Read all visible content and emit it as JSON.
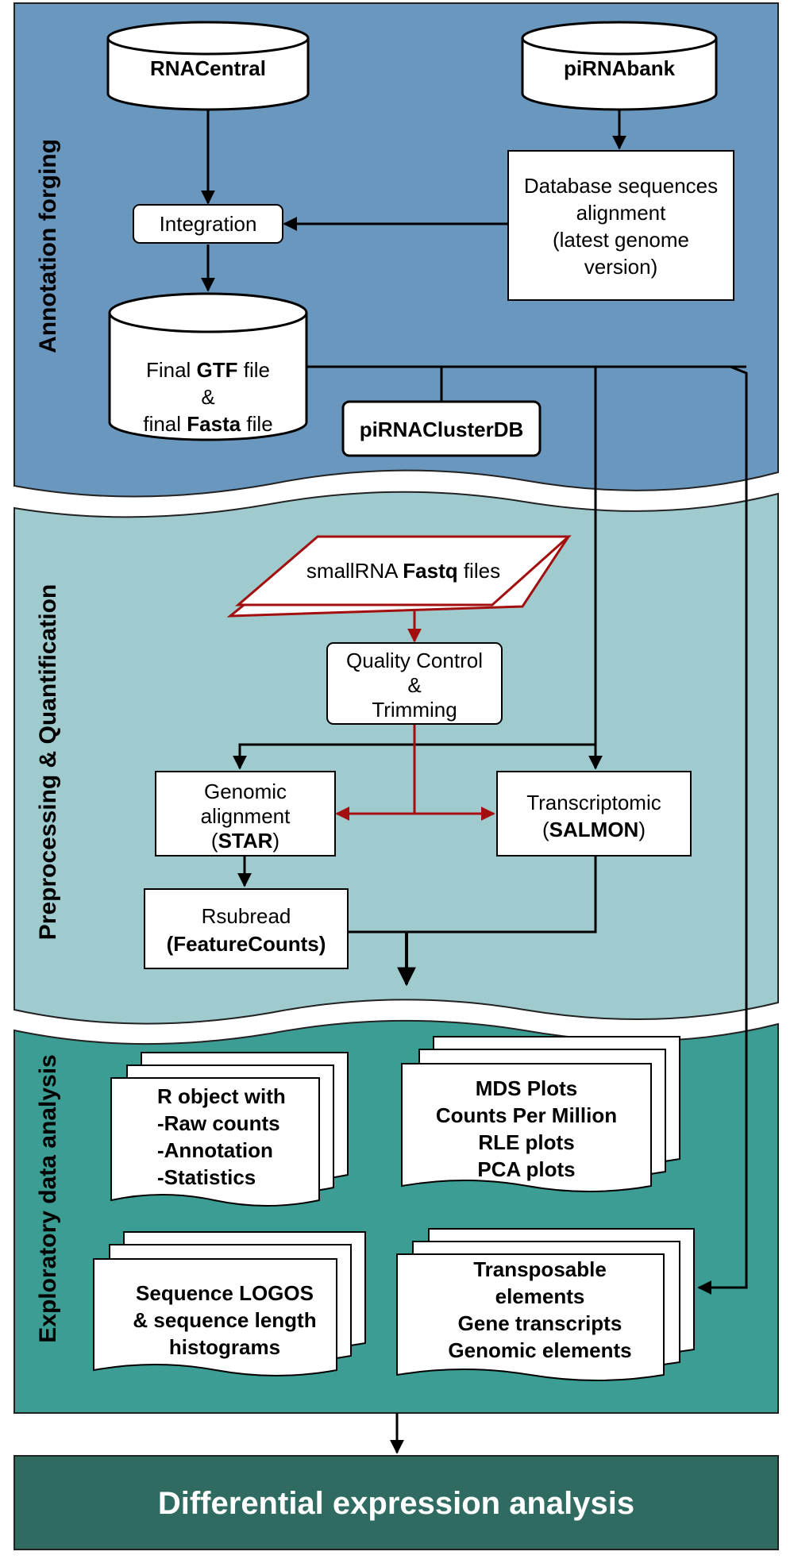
{
  "sections": {
    "annotation": {
      "title": "Annotation forging",
      "color": "#6a97bd"
    },
    "preprocessing": {
      "title": "Preprocessing & Quantification",
      "color": "#9fcbcf"
    },
    "exploratory": {
      "title": "Exploratory data analysis",
      "color": "#3b9d94"
    },
    "final": {
      "title": "Differential expression analysis",
      "color": "#306b61"
    }
  },
  "nodes": {
    "rnacentral": "RNACentral",
    "pirnabank": "piRNAbank",
    "db_alignment": [
      "Database sequences",
      "alignment",
      "(latest genome",
      "version)"
    ],
    "integration": "Integration",
    "final_files": {
      "line1_pre": "Final ",
      "line1_bold": "GTF",
      "line1_post": " file",
      "line2": "&",
      "line3_pre": "final ",
      "line3_bold": "Fasta",
      "line3_post": " file"
    },
    "pirnaclusterdb": "piRNAClusterDB",
    "fastq": {
      "pre": "smallRNA ",
      "bold": "Fastq",
      "post": " files"
    },
    "qc": [
      "Quality Control",
      "&",
      "Trimming"
    ],
    "genomic": {
      "line1": "Genomic",
      "line2": "alignment",
      "line3_pre": "(",
      "line3_bold": "STAR",
      "line3_post": ")"
    },
    "transcriptomic": {
      "line1": "Transcriptomic",
      "line2_pre": "(",
      "line2_bold": "SALMON",
      "line2_post": ")"
    },
    "rsubread": {
      "line1": "Rsubread",
      "line2": "(FeatureCounts)"
    }
  },
  "outputs": {
    "robject": [
      "R object with",
      "-Raw counts",
      "-Annotation",
      "-Statistics"
    ],
    "plots": [
      "MDS Plots",
      "Counts Per Million",
      "RLE plots",
      "PCA plots"
    ],
    "logos": [
      "Sequence LOGOS",
      "& sequence length",
      "histograms"
    ],
    "elements": [
      "Transposable",
      "elements",
      "Gene transcripts",
      "Genomic elements"
    ]
  },
  "colors": {
    "arrow": "#000000",
    "red_flow": "#a30f0f"
  }
}
